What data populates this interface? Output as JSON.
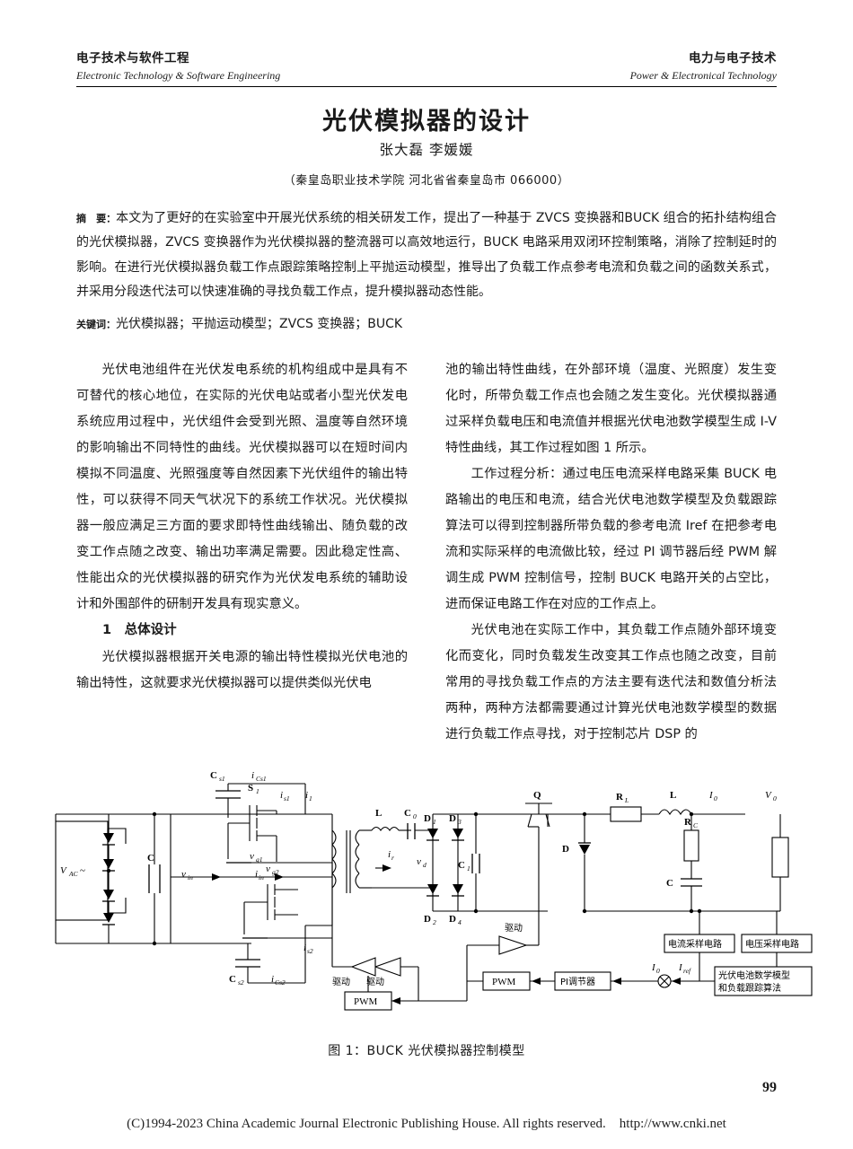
{
  "header": {
    "left_cn": "电子技术与软件工程",
    "left_en": "Electronic Technology & Software Engineering",
    "right_cn": "电力与电子技术",
    "right_en": "Power & Electronical Technology"
  },
  "title": "光伏模拟器的设计",
  "authors": "张大磊   李媛媛",
  "affiliation": "（秦皇岛职业技术学院   河北省省秦皇岛市   066000）",
  "abstract": {
    "label": "摘　要：",
    "text": "本文为了更好的在实验室中开展光伏系统的相关研发工作，提出了一种基于 ZVCS 变换器和BUCK 组合的拓扑结构组合的光伏模拟器，ZVCS 变换器作为光伏模拟器的整流器可以高效地运行，BUCK 电路采用双闭环控制策略，消除了控制延时的影响。在进行光伏模拟器负载工作点跟踪策略控制上平抛运动模型，推导出了负载工作点参考电流和负载之间的函数关系式，并采用分段迭代法可以快速准确的寻找负载工作点，提升模拟器动态性能。"
  },
  "keywords": {
    "label": "关键词：",
    "text": "光伏模拟器；平抛运动模型；ZVCS 变换器；BUCK"
  },
  "body": {
    "left": [
      "光伏电池组件在光伏发电系统的机构组成中是具有不可替代的核心地位，在实际的光伏电站或者小型光伏发电系统应用过程中，光伏组件会受到光照、温度等自然环境的影响输出不同特性的曲线。光伏模拟器可以在短时间内模拟不同温度、光照强度等自然因素下光伏组件的输出特性，可以获得不同天气状况下的系统工作状况。光伏模拟器一般应满足三方面的要求即特性曲线输出、随负载的改变工作点随之改变、输出功率满足需要。因此稳定性高、性能出众的光伏模拟器的研究作为光伏发电系统的辅助设计和外围部件的研制开发具有现实意义。"
    ],
    "left_heading": "1　总体设计",
    "left_after": [
      "光伏模拟器根据开关电源的输出特性模拟光伏电池的输出特性，这就要求光伏模拟器可以提供类似光伏电"
    ],
    "right": [
      "池的输出特性曲线，在外部环境（温度、光照度）发生变化时，所带负载工作点也会随之发生变化。光伏模拟器通过采样负载电压和电流值并根据光伏电池数学模型生成 I-V 特性曲线，其工作过程如图 1 所示。",
      "工作过程分析：通过电压电流采样电路采集 BUCK 电路输出的电压和电流，结合光伏电池数学模型及负载跟踪算法可以得到控制器所带负载的参考电流 Iref 在把参考电流和实际采样的电流做比较，经过 PI 调节器后经 PWM 解调生成 PWM 控制信号，控制 BUCK 电路开关的占空比，进而保证电路工作在对应的工作点上。",
      "光伏电池在实际工作中，其负载工作点随外部环境变化而变化，同时负载发生改变其工作点也随之改变，目前常用的寻找负载工作点的方法主要有迭代法和数值分析法两种，两种方法都需要通过计算光伏电池数学模型的数据进行负载工作点寻找，对于控制芯片 DSP 的"
    ]
  },
  "figure": {
    "caption": "图 1：BUCK 光伏模拟器控制模型",
    "labels": {
      "vac": "V",
      "vac_sub": "AC",
      "vac_tilde": "~",
      "c": "C",
      "vin": "v",
      "vin_sub": "in",
      "iin": "i",
      "iin_sub": "in",
      "cs1": "C",
      "cs1_sub": "s1",
      "ics1": "i",
      "ics1_sub": "Cs1",
      "s1": "S",
      "s1_sub": "1",
      "is1": "i",
      "is1_sub": "s1",
      "i1": "i",
      "i1_sub": "1",
      "vg1": "v",
      "vg1_sub": "g1",
      "vg2": "v",
      "vg2_sub": "g2",
      "cs2": "C",
      "cs2_sub": "s2",
      "ics2": "i",
      "ics2_sub": "Cs2",
      "is2": "i",
      "is2_sub": "s2",
      "L": "L",
      "C0": "C",
      "C0_sub": "0",
      "ir": "i",
      "ir_sub": "r",
      "vd": "v",
      "vd_sub": "d",
      "D1": "D",
      "D1_sub": "1",
      "D2": "D",
      "D2_sub": "2",
      "D3": "D",
      "D3_sub": "3",
      "D4": "D",
      "D4_sub": "4",
      "C1": "C",
      "C1_sub": "1",
      "Q": "Q",
      "RL": "R",
      "RL_sub": "L",
      "Lind": "L",
      "I0": "I",
      "I0_sub": "0",
      "V0": "V",
      "V0_sub": "0",
      "RC": "R",
      "RC_sub": "C",
      "D": "D",
      "Cload": "C",
      "Iref": "I",
      "Iref_sub": "ref",
      "I0b": "I",
      "I0b_sub": "0",
      "drive1": "驱动",
      "drive2": "驱动",
      "drive3": "驱动",
      "pwm_left": "PWM",
      "pwm_mid": "PWM",
      "pi": "PI调节器",
      "cur_sample": "电流采样电路",
      "vol_sample": "电压采样电路",
      "model1": "光伏电池数学模型",
      "model2": "和负载跟踪算法"
    }
  },
  "page_number": "99",
  "copyright": "(C)1994-2023 China Academic Journal Electronic Publishing House. All rights reserved.　http://www.cnki.net"
}
